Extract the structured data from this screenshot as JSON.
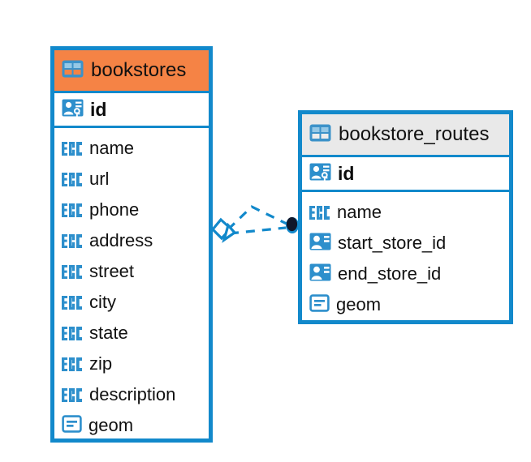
{
  "diagram": {
    "type": "entity-relationship-diagram",
    "background": "#ffffff",
    "accent_color": "#1289CB",
    "highlight_color": "#F58345",
    "header_gray": "#E9E9E9"
  },
  "entities": [
    {
      "name": "bookstores",
      "header_color": "#F58345",
      "table_icon": "table-icon",
      "primary_key": {
        "label": "id",
        "icon": "primary-key-icon"
      },
      "fields": [
        {
          "label": "name",
          "icon": "abc-text-icon"
        },
        {
          "label": "url",
          "icon": "abc-text-icon"
        },
        {
          "label": "phone",
          "icon": "abc-text-icon"
        },
        {
          "label": "address",
          "icon": "abc-text-icon"
        },
        {
          "label": "street",
          "icon": "abc-text-icon"
        },
        {
          "label": "city",
          "icon": "abc-text-icon"
        },
        {
          "label": "state",
          "icon": "abc-text-icon"
        },
        {
          "label": "zip",
          "icon": "abc-text-icon"
        },
        {
          "label": "description",
          "icon": "abc-text-icon"
        },
        {
          "label": "geom",
          "icon": "geometry-icon"
        }
      ]
    },
    {
      "name": "bookstore_routes",
      "header_color": "#E9E9E9",
      "table_icon": "table-icon",
      "primary_key": {
        "label": "id",
        "icon": "primary-key-icon"
      },
      "fields": [
        {
          "label": "name",
          "icon": "abc-text-icon"
        },
        {
          "label": "start_store_id",
          "icon": "foreign-key-icon"
        },
        {
          "label": "end_store_id",
          "icon": "foreign-key-icon"
        },
        {
          "label": "geom",
          "icon": "geometry-icon"
        }
      ]
    }
  ],
  "relationship": {
    "from": "bookstores",
    "to": "bookstore_routes",
    "from_marker": "diamond-crowsfoot-marker",
    "to_marker": "filled-circle-marker",
    "line_style": "dashed",
    "line_color": "#1289CB"
  }
}
